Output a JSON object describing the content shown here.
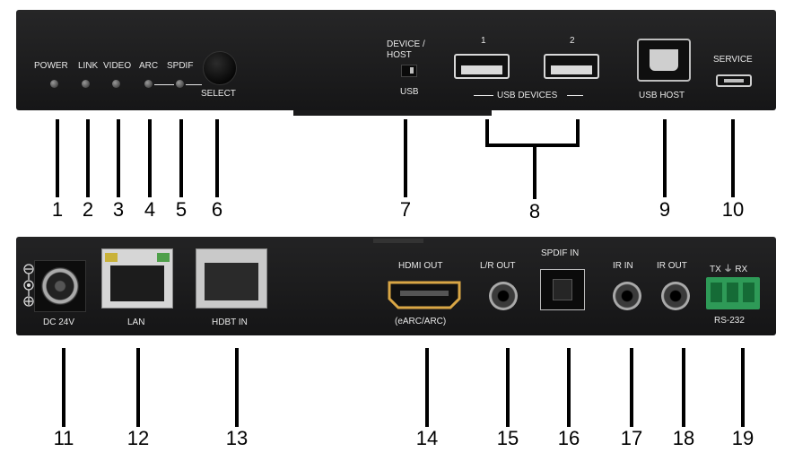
{
  "top_panel": {
    "led_labels": [
      "POWER",
      "LINK",
      "VIDEO",
      "ARC",
      "SPDIF"
    ],
    "select_label": "SELECT",
    "switch_label_top": "DEVICE /\nHOST",
    "switch_label_bottom": "USB",
    "usb_device_numbers": [
      "1",
      "2"
    ],
    "usb_devices_label": "USB DEVICES",
    "usb_host_label": "USB HOST",
    "service_label": "SERVICE"
  },
  "bottom_panel": {
    "dc_label": "DC 24V",
    "lan_label": "LAN",
    "hdbt_label": "HDBT IN",
    "hdmi_label": "HDMI OUT",
    "hdmi_sub_label": "(eARC/ARC)",
    "lr_out_label": "L/R OUT",
    "spdif_in_label": "SPDIF IN",
    "ir_in_label": "IR IN",
    "ir_out_label": "IR OUT",
    "rs232_top_label": "TX ⏚ RX",
    "rs232_label": "RS-232"
  },
  "callouts_top": [
    "1",
    "2",
    "3",
    "4",
    "5",
    "6",
    "7",
    "8",
    "9",
    "10"
  ],
  "callouts_bottom": [
    "11",
    "12",
    "13",
    "14",
    "15",
    "16",
    "17",
    "18",
    "19"
  ],
  "colors": {
    "panel": "#1b1b1c",
    "label": "#e8e8e8",
    "terminal_green": "#2e9a57"
  }
}
